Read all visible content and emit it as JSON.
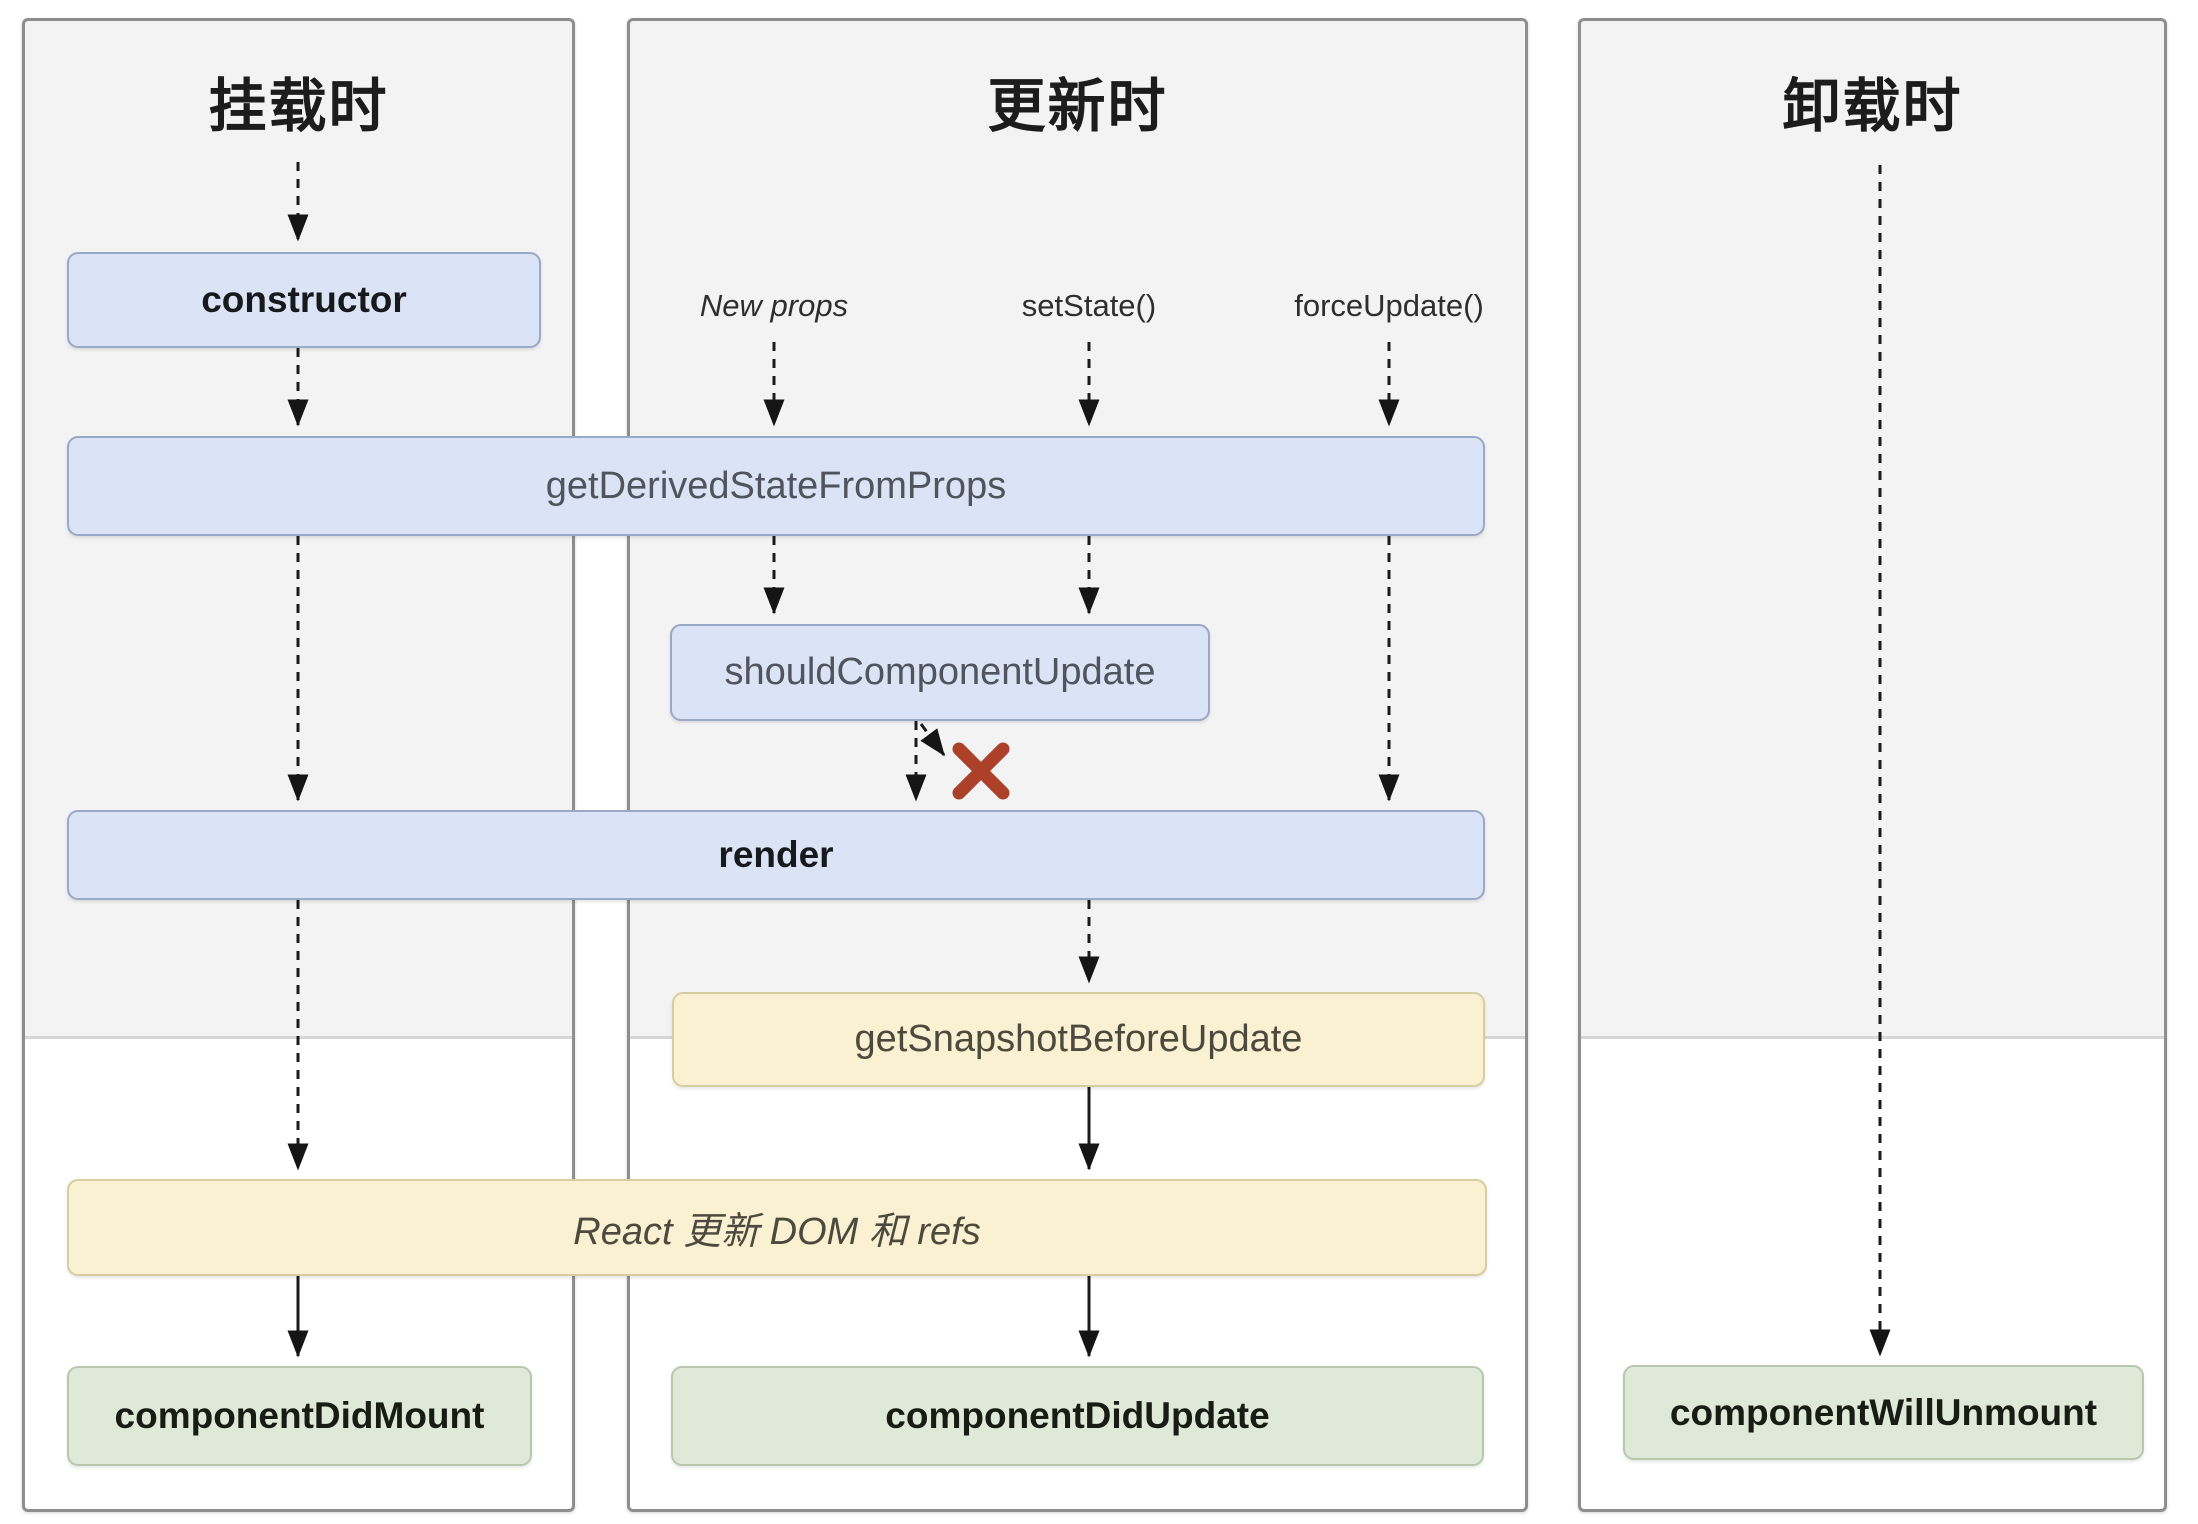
{
  "columns": {
    "mount": {
      "title": "挂载时"
    },
    "update": {
      "title": "更新时",
      "triggers": {
        "new_props": "New props",
        "set_state": "setState()",
        "force_update": "forceUpdate()"
      }
    },
    "unmount": {
      "title": "卸载时"
    }
  },
  "nodes": {
    "constructor": {
      "label": "constructor"
    },
    "get_derived_state_from_props": {
      "label": "getDerivedStateFromProps"
    },
    "should_component_update": {
      "label": "shouldComponentUpdate"
    },
    "render": {
      "label": "render"
    },
    "get_snapshot_before_update": {
      "label": "getSnapshotBeforeUpdate"
    },
    "react_updates_dom": {
      "label": "React 更新 DOM 和 refs"
    },
    "component_did_mount": {
      "label": "componentDidMount"
    },
    "component_did_update": {
      "label": "componentDidUpdate"
    },
    "component_will_unmount": {
      "label": "componentWillUnmount"
    }
  },
  "colors": {
    "lifecycle_box": "#dbe4f6",
    "lifecycle_border": "#9aa9c8",
    "side_effect_box": "#faf1d2",
    "side_effect_border": "#d8cda0",
    "commit_box": "#dfe9d7",
    "commit_border": "#b7c8ac",
    "cancel_x": "#ad4028",
    "panel_bg_top": "#f3f3f4",
    "panel_bg_bottom": "#ffffff",
    "panel_border": "#8e8e8e"
  }
}
